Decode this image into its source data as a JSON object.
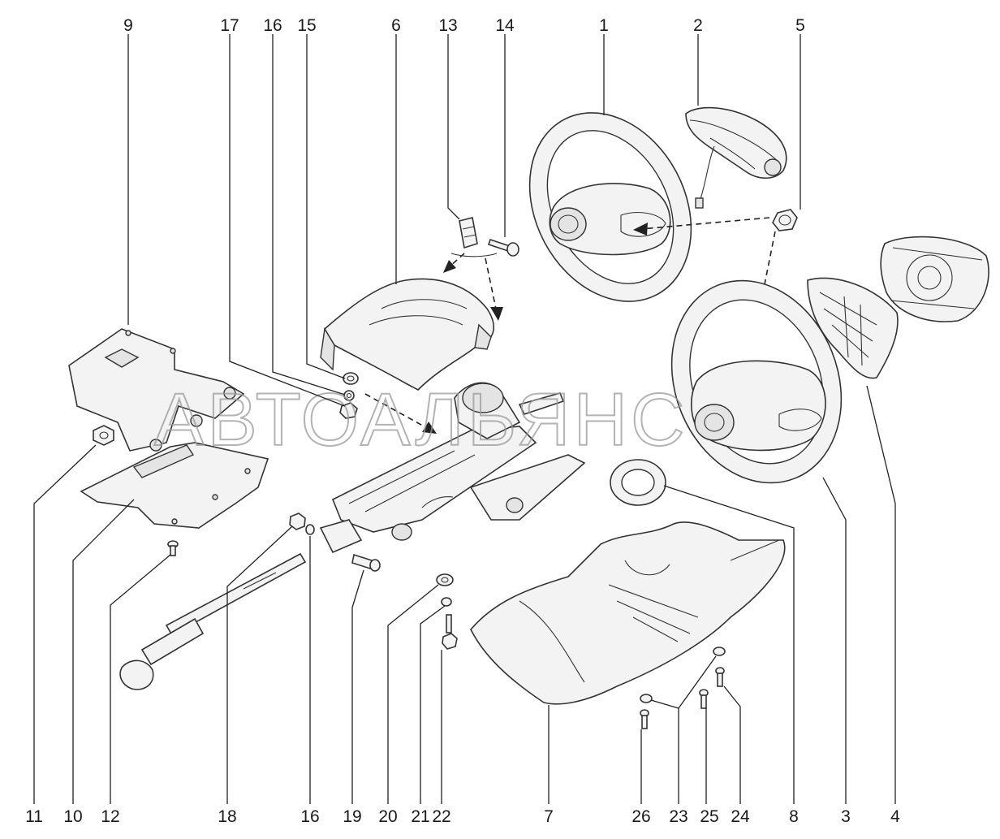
{
  "watermark": "АВТОАЛЬЯНС",
  "callouts": [
    {
      "id": "label-9",
      "text": "9"
    },
    {
      "id": "label-17",
      "text": "17"
    },
    {
      "id": "label-16-top",
      "text": "16"
    },
    {
      "id": "label-15",
      "text": "15"
    },
    {
      "id": "label-6",
      "text": "6"
    },
    {
      "id": "label-13",
      "text": "13"
    },
    {
      "id": "label-14",
      "text": "14"
    },
    {
      "id": "label-1",
      "text": "1"
    },
    {
      "id": "label-2",
      "text": "2"
    },
    {
      "id": "label-5",
      "text": "5"
    },
    {
      "id": "label-11",
      "text": "11"
    },
    {
      "id": "label-10",
      "text": "10"
    },
    {
      "id": "label-12",
      "text": "12"
    },
    {
      "id": "label-18",
      "text": "18"
    },
    {
      "id": "label-16-bottom",
      "text": "16"
    },
    {
      "id": "label-19",
      "text": "19"
    },
    {
      "id": "label-20",
      "text": "20"
    },
    {
      "id": "label-21",
      "text": "21"
    },
    {
      "id": "label-22",
      "text": "22"
    },
    {
      "id": "label-7",
      "text": "7"
    },
    {
      "id": "label-26",
      "text": "26"
    },
    {
      "id": "label-23",
      "text": "23"
    },
    {
      "id": "label-25",
      "text": "25"
    },
    {
      "id": "label-24",
      "text": "24"
    },
    {
      "id": "label-8",
      "text": "8"
    },
    {
      "id": "label-3",
      "text": "3"
    },
    {
      "id": "label-4",
      "text": "4"
    }
  ]
}
